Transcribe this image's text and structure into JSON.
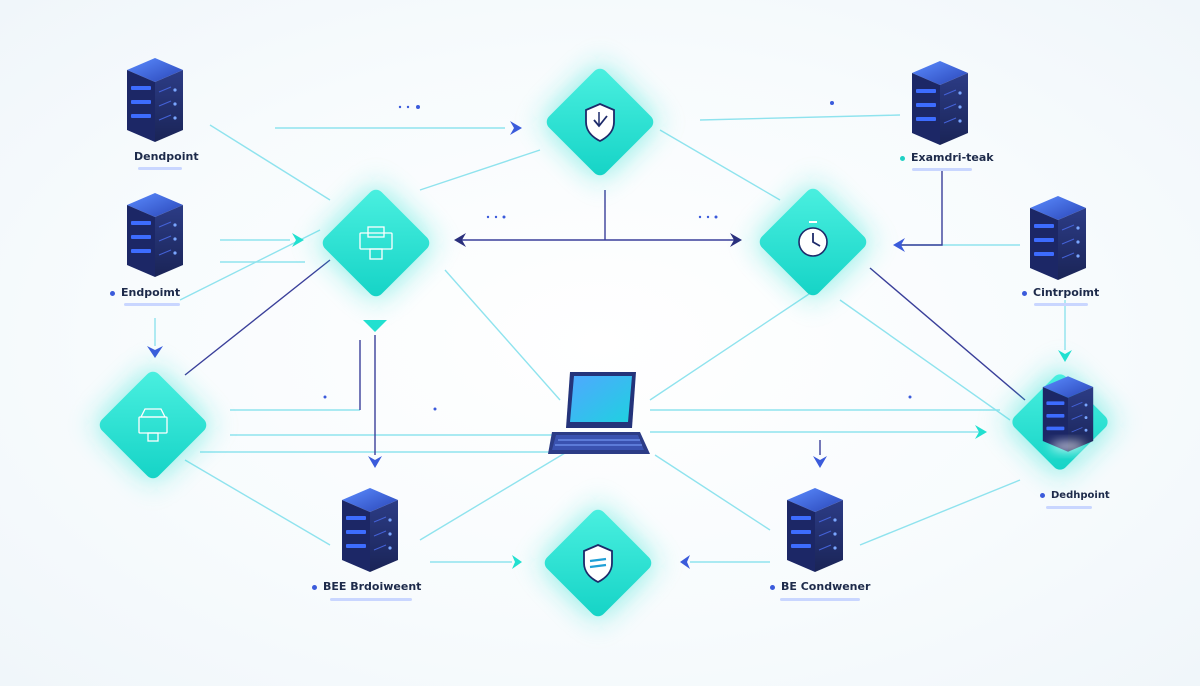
{
  "labels": {
    "top_left": "Dendpoint",
    "top_right": "Examdri-teak",
    "mid_left": "Endpoimt",
    "mid_right": "Cintrpoimt",
    "right_bottom": "Dedhpoint",
    "bottom_left": "BEE Brdoiweent",
    "bottom_right": "BE Condwener"
  },
  "colors": {
    "accent_teal": "#22e0d0",
    "server_navy": "#24336e",
    "server_blue": "#3a6cf0",
    "wire": "#7fd9e8",
    "arrow_navy": "#2b2f7c"
  },
  "icons": {
    "diamond_top": "shield-check-icon",
    "diamond_left": "package-icon",
    "diamond_clock": "clock-icon",
    "diamond_bottom_left": "package-icon",
    "diamond_bottom": "shield-icon",
    "hub": "laptop-icon"
  }
}
